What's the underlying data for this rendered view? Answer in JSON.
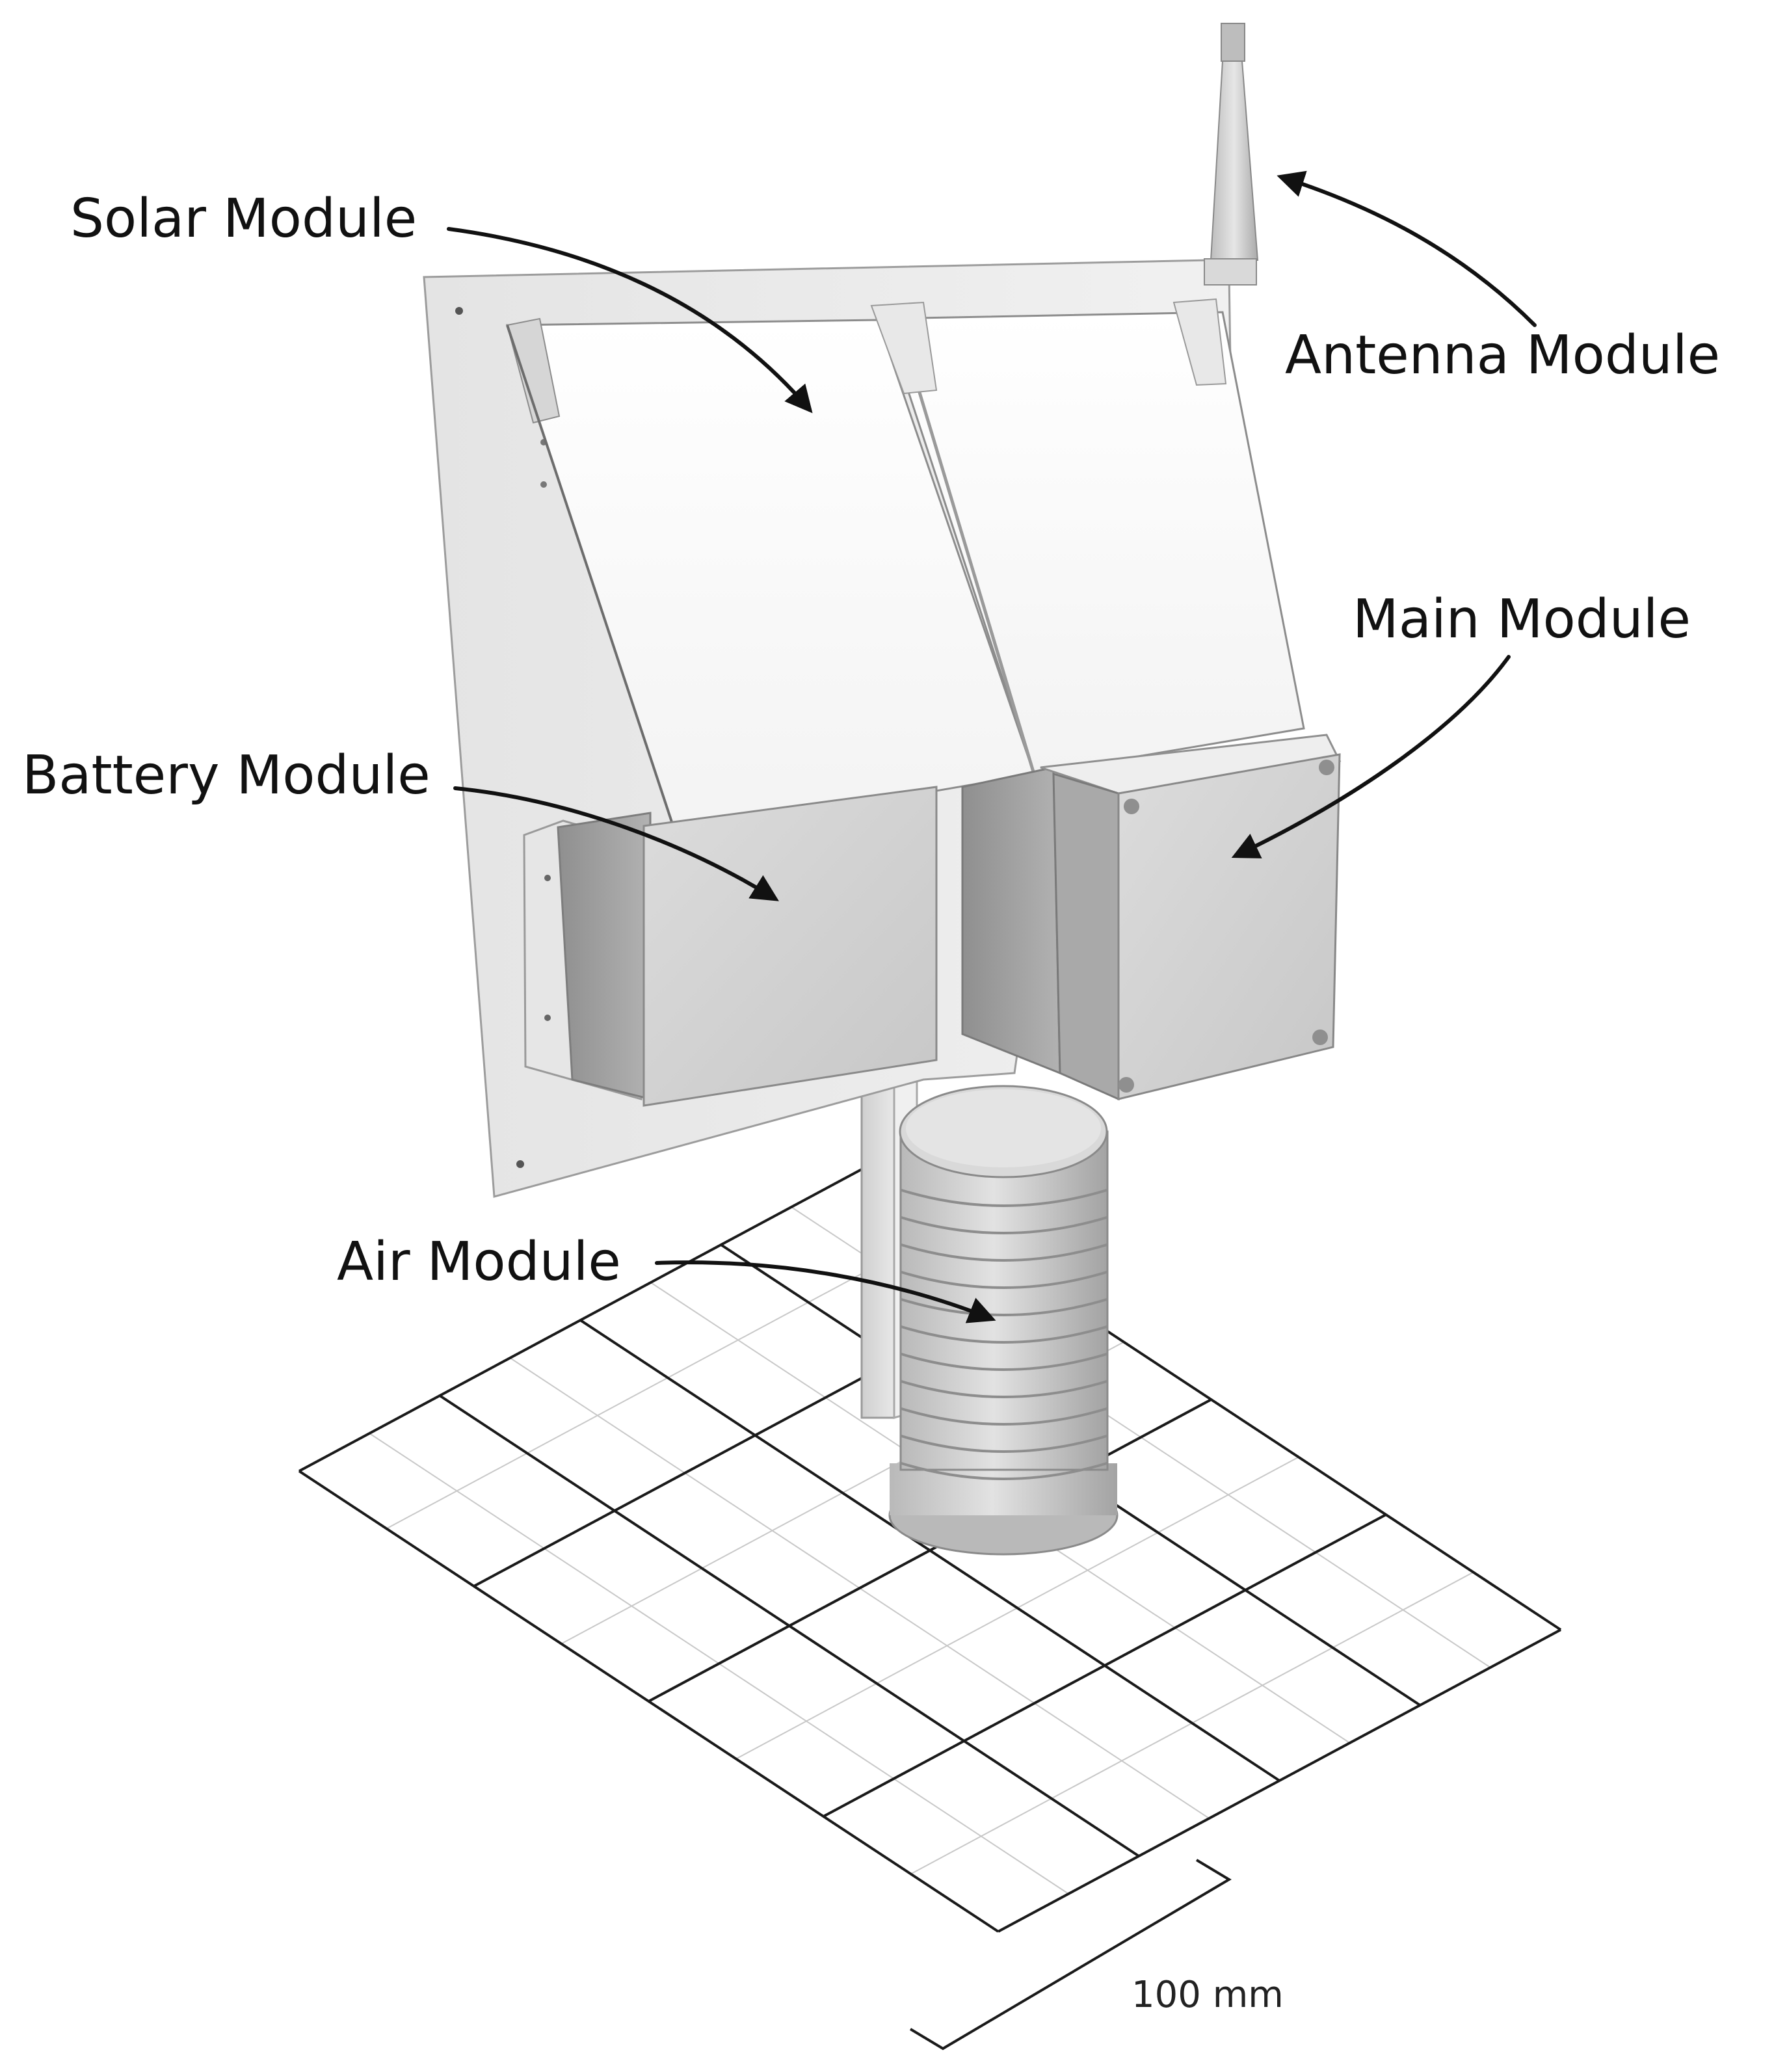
{
  "labels": {
    "solar": "Solar Module",
    "antenna": "Antenna Module",
    "main": "Main Module",
    "battery": "Battery Module",
    "air": "Air Module"
  },
  "scale_bar": "100 mm",
  "colors": {
    "background": "#ffffff",
    "panel_light": "#f4f4f4",
    "housing_mid": "#c9c9c9",
    "housing_dark": "#9a9a9a",
    "grid_line": "#1a1a1a",
    "arrow": "#111111"
  }
}
